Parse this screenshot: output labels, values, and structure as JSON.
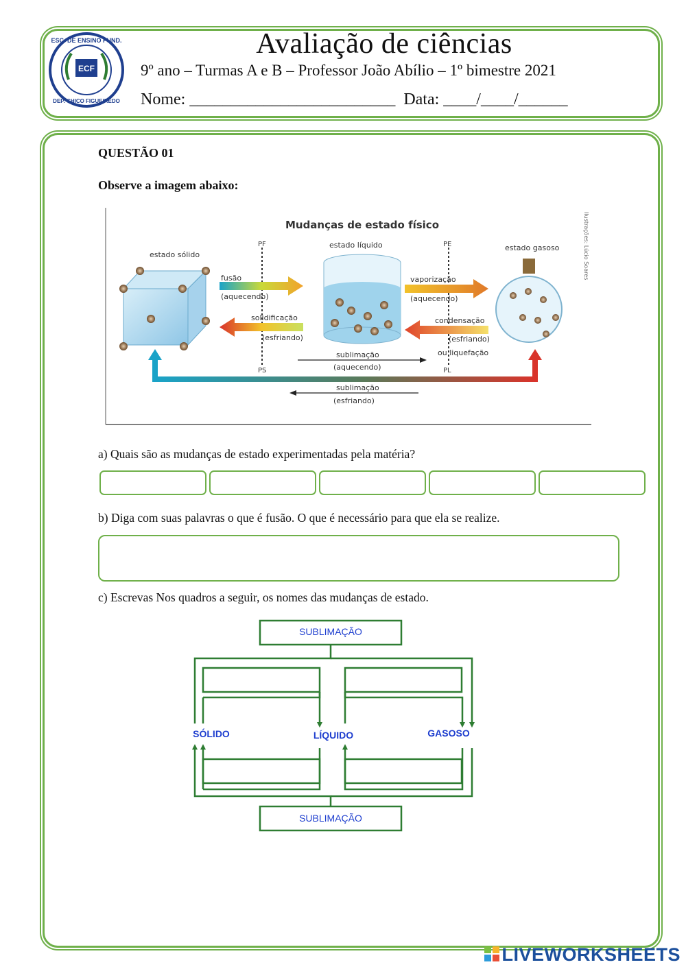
{
  "header": {
    "title": "Avaliação de ciências",
    "subtitle": "9º ano – Turmas A e B – Professor João Abílio – 1º bimestre 2021",
    "name_line": "Nome: _________________________  Data: ____/____/______",
    "logo_text_top": "ESC. DE ENSINO FUND.",
    "logo_text_bottom": "DEP. CHICO FIGUEIREDO",
    "logo_center": "ECF"
  },
  "question": {
    "heading": "QUESTÃO 01",
    "observe": "Observe a imagem abaixo:",
    "a": "a) Quais são as mudanças de estado experimentadas pela matéria?",
    "b": "b)  Diga com suas palavras o que é fusão. O que é necessário para que ela se realize.",
    "c": "c) Escrevas Nos quadros a seguir, os nomes das mudanças de estado."
  },
  "figure": {
    "title": "Mudanças de estado físico",
    "solid": "estado sólido",
    "liquid": "estado líquido",
    "gas": "estado gasoso",
    "pf": "PF",
    "ps": "PS",
    "pe": "PE",
    "pl": "PL",
    "fusao": "fusão",
    "fusao_sub": "(aquecendo)",
    "solid_label": "solidificação",
    "solid_sub": "(esfriando)",
    "vapor": "vaporização",
    "vapor_sub": "(aquecendo)",
    "cond": "condensação",
    "cond_sub": "(esfriando)",
    "liq": "ou liquefação",
    "subl1": "sublimação",
    "subl1_sub": "(aquecendo)",
    "subl2": "sublimação",
    "subl2_sub": "(esfriando)",
    "credit": "Ilustrações: Lúcio Soares"
  },
  "flow": {
    "top_box": "SUBLIMAÇÃO",
    "bottom_box": "SUBLIMAÇÃO",
    "solid": "SÓLIDO",
    "liquid": "LÍQUIDO",
    "gas": "GASOSO"
  },
  "watermark": "LIVEWORKSHEETS",
  "colors": {
    "frame": "#6fb04a",
    "flow_green": "#2e7d32",
    "flow_blue": "#1f3fcf",
    "watermark": "#1b4f9c"
  }
}
